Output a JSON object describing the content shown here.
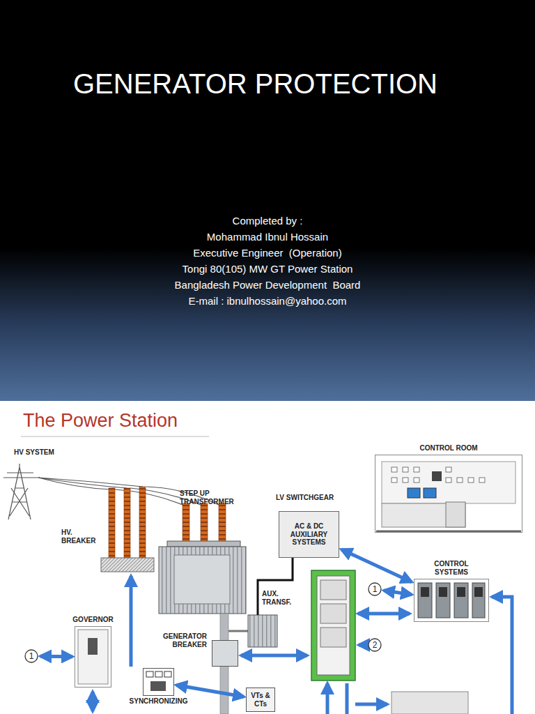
{
  "diagram": {
    "title": "GENERATOR PROTECTION",
    "nodes": [
      {
        "text": [
          "CONTROL ROOM"
        ]
      },
      {
        "text": [
          "AC & DC AUXILIARY SYSTEMS"
        ]
      },
      {
        "text": [
          "CONTROL SYSTEMS"
        ]
      },
      {
        "text": [
          "1"
        ]
      },
      {
        "text": [
          "GOVERNOR"
        ]
      },
      {
        "text": [
          "1"
        ]
      },
      {
        "text": [
          "GENERATOR BREAKER"
        ]
      },
      {
        "text": [
          "2"
        ]
      },
      {
        "text": [
          "SYNCHRONIZING"
        ]
      },
      {
        "text": [
          "VTs & CTs"
        ]
      }
    ],
    "edges": [
      {
        "from": 5,
        "to": 4,
        "arrow": "both"
      },
      {
        "from": 3,
        "to": 2,
        "arrow": "both"
      },
      {
        "from": 1,
        "to": 2,
        "arrow": "both"
      },
      {
        "from": 8,
        "to": 9,
        "arrow": "both"
      }
    ],
    "labels": [
      "Completed by :",
      "Mohammad Ibnul Hossain",
      "Executive Engineer  (Operation)",
      "Tongi 80(105) MW GT Power Station",
      "Bangladesh Power Development  Board",
      "E-mail : ibnulhossain@yahoo.com",
      "The Power Station",
      "HV SYSTEM",
      "HV. BREAKER",
      "STEP UP TRANSFORMER",
      "LV SWITCHGEAR",
      "AUX. TRANSF."
    ]
  }
}
